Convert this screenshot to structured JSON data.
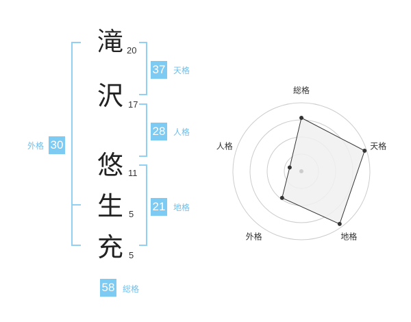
{
  "name": {
    "characters": [
      {
        "char": "滝",
        "strokes": "20"
      },
      {
        "char": "沢",
        "strokes": "17"
      },
      {
        "char": "悠",
        "strokes": "11"
      },
      {
        "char": "生",
        "strokes": "5"
      },
      {
        "char": "充",
        "strokes": "5"
      }
    ]
  },
  "fortune": {
    "tenkaku": {
      "label": "天格",
      "value": "37"
    },
    "jinkaku": {
      "label": "人格",
      "value": "28"
    },
    "chikaku": {
      "label": "地格",
      "value": "21"
    },
    "gaikaku": {
      "label": "外格",
      "value": "30"
    },
    "soukaku": {
      "label": "総格",
      "value": "58"
    }
  },
  "colors": {
    "accent": "#7dcbf2",
    "bracket": "#8fd0f3",
    "grid": "#cccccc",
    "polygon_fill": "#f0f0f0",
    "polygon_stroke": "#333333"
  },
  "chart_data": {
    "type": "radar",
    "axes": [
      "総格",
      "天格",
      "地格",
      "外格",
      "人格"
    ],
    "rings": 4,
    "values": [
      0.78,
      0.97,
      0.95,
      0.48,
      0.18
    ],
    "grid": true
  }
}
